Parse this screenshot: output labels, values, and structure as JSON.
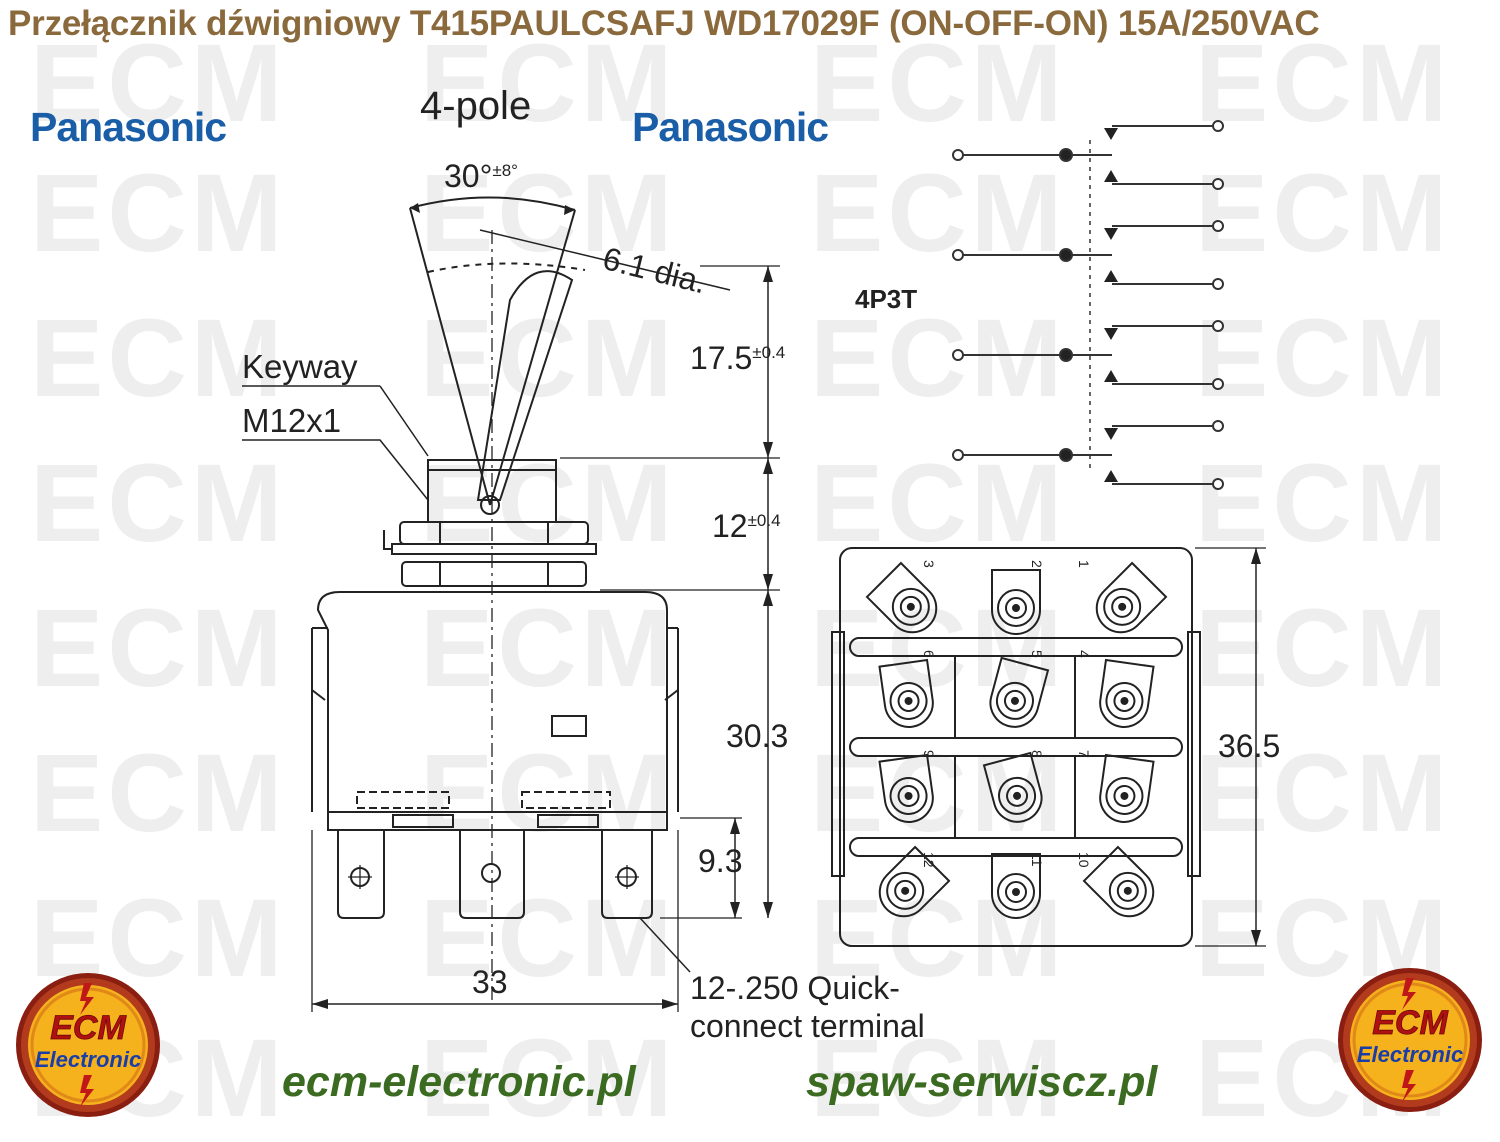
{
  "title": "Przełącznik dźwigniowy T415PAULCSAFJ WD17029F (ON-OFF-ON) 15A/250VAC",
  "brand": "Panasonic",
  "watermark": "ECM",
  "pole_label": "4-pole",
  "angle": {
    "value": "30°",
    "tol": "±8°"
  },
  "lever_dia": "6.1 dia.",
  "keyway": "Keyway",
  "thread": "M12x1",
  "dims": {
    "lever_len": {
      "value": "17.5",
      "tol": "±0.4"
    },
    "bushing": {
      "value": "12",
      "tol": "±0.4"
    },
    "body_height": "30.3",
    "terminal_len": "9.3",
    "width": "33",
    "depth": "36.5"
  },
  "terminal_note_1": "12-.250 Quick-",
  "terminal_note_2": "connect terminal",
  "schematic_label": "4P3T",
  "terminal_numbers": [
    "1",
    "2",
    "3",
    "4",
    "5",
    "6",
    "7",
    "8",
    "9",
    "10",
    "11",
    "12"
  ],
  "logo": {
    "line1": "ECM",
    "line2": "Electronic"
  },
  "sites": [
    "ecm-electronic.pl",
    "spaw-serwiscz.pl"
  ],
  "colors": {
    "title": "#8a6a3c",
    "brand": "#1b5ea8",
    "site": "#3a6b20",
    "logo_fill": "#f5b21c",
    "logo_rim": "#b23b1e"
  }
}
